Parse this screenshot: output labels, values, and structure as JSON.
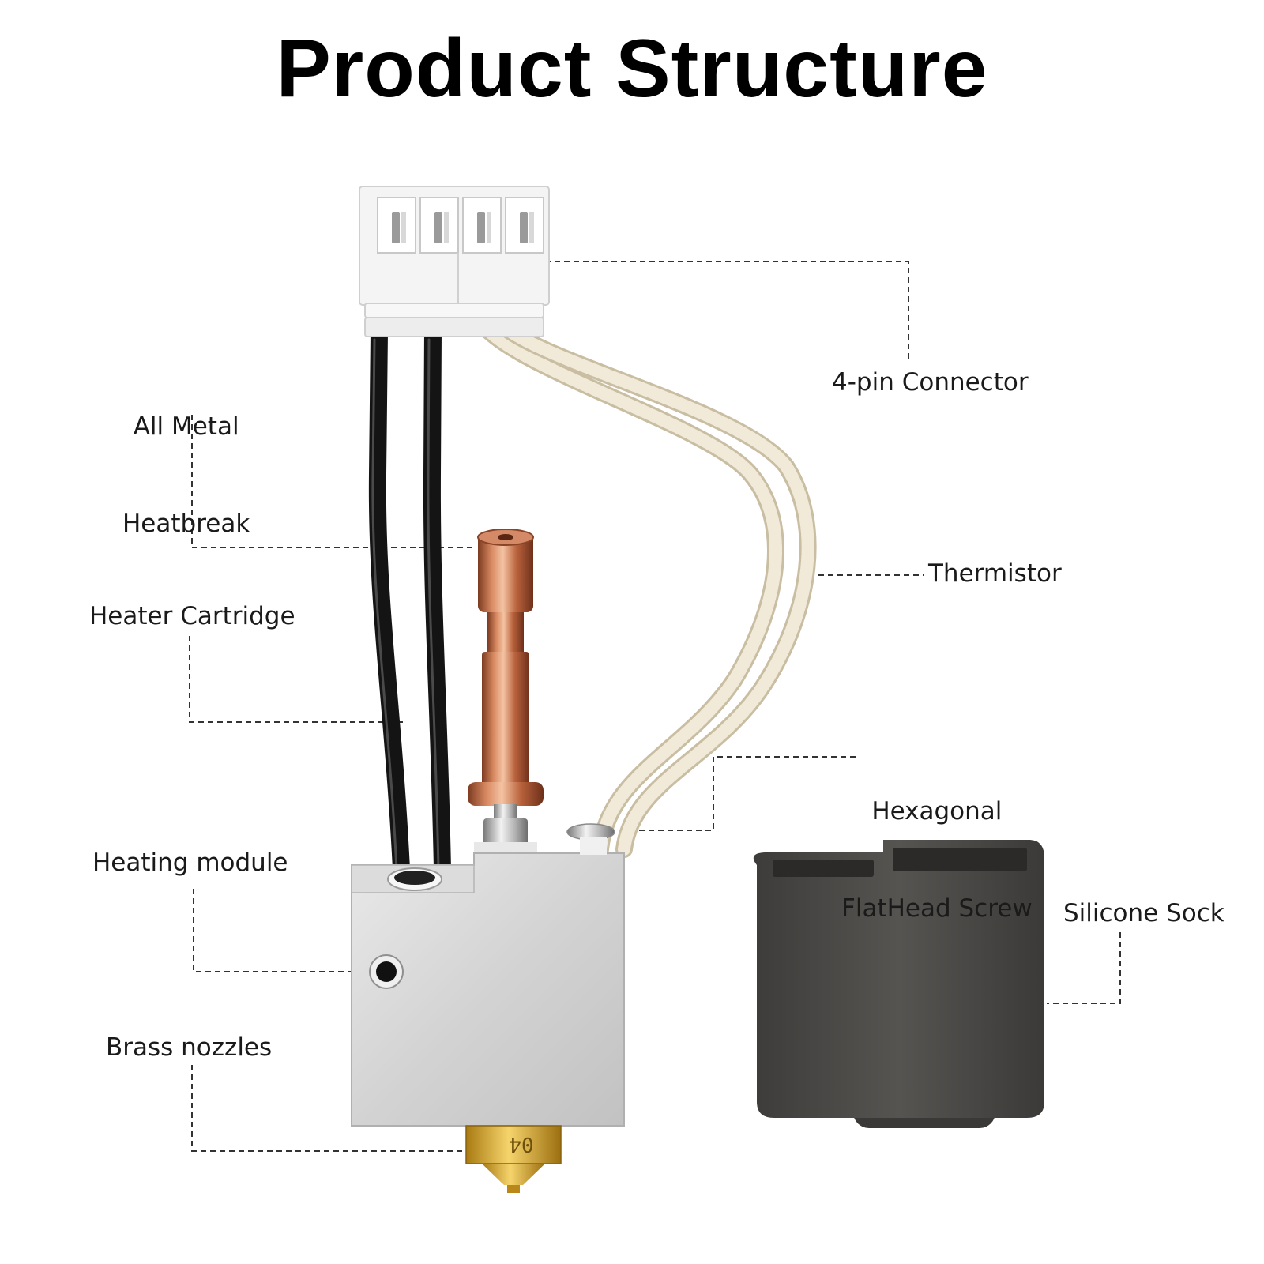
{
  "title": "Product Structure",
  "labels": {
    "connector": "4-pin Connector",
    "heatbreak_line1": "All Metal",
    "heatbreak_line2": "Heatbreak",
    "thermistor": "Thermistor",
    "heater_cartridge": "Heater Cartridge",
    "screw_line1": "Hexagonal",
    "screw_line2": "FlatHead Screw",
    "heating_module": "Heating module",
    "silicone_sock": "Silicone Sock",
    "brass_nozzles": "Brass nozzles",
    "nozzle_marking": "04"
  },
  "colors": {
    "leader_line": "#333333",
    "connector_white": "#f3f3f3",
    "cable_black": "#141414",
    "thermistor_wire": "#eee6d3",
    "copper": "#c06a45",
    "aluminum_block": "#d9d9d9",
    "brass": "#e0b33a",
    "silicone": "#4f4d4a"
  }
}
